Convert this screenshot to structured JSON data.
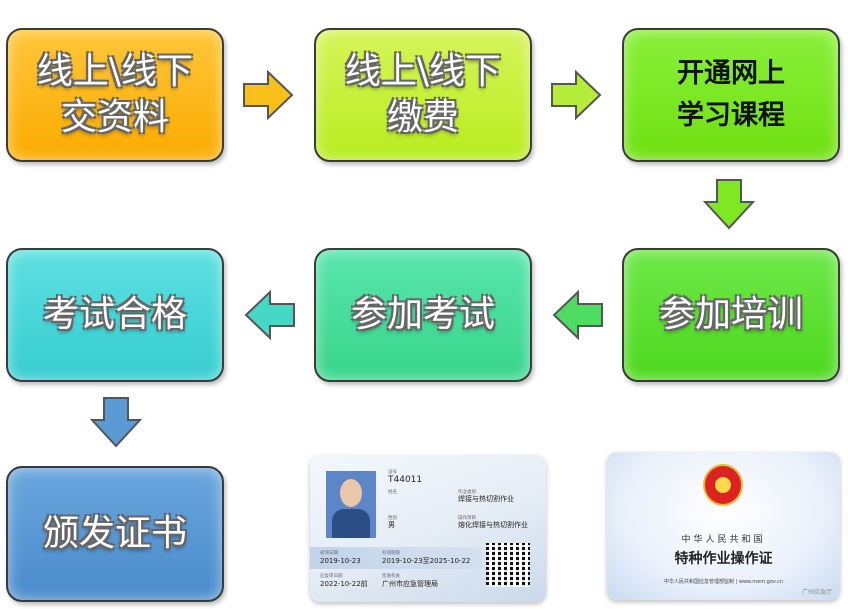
{
  "steps": {
    "submit_materials": {
      "line1": "线上\\线下",
      "line2": "交资料",
      "color": "#fdb400"
    },
    "payment": {
      "line1": "线上\\线下",
      "line2": "缴费",
      "color": "#c8f23a"
    },
    "open_course": {
      "line1": "开通网上",
      "line2": "学习课程",
      "color": "#7ee823"
    },
    "attend_training": {
      "label": "参加培训",
      "color": "#5ce02e"
    },
    "take_exam": {
      "label": "参加考试",
      "color": "#44dc9a"
    },
    "pass_exam": {
      "label": "考试合格",
      "color": "#47d6d8"
    },
    "issue_certificate": {
      "label": "颁发证书",
      "color": "#5b9bd5"
    }
  },
  "arrows": {
    "a1": {
      "direction": "right",
      "color": "#f9c01a"
    },
    "a2": {
      "direction": "right",
      "color": "#b6ec3a"
    },
    "a3": {
      "direction": "down",
      "color": "#7ee823"
    },
    "a4": {
      "direction": "left",
      "color": "#4fdc62"
    },
    "a5": {
      "direction": "left",
      "color": "#46d8c4"
    },
    "a6": {
      "direction": "down",
      "color": "#5b9bd5"
    }
  },
  "id_card": {
    "cert_no_label": "证号",
    "cert_no": "T44011",
    "name_label": "姓名",
    "category_label": "作业类别",
    "category": "焊接与热切割作业",
    "gender_label": "性别",
    "gender": "男",
    "project_label": "操作项目",
    "project": "熔化焊接与热切割作业",
    "first_date_label": "初领日期",
    "first_date": "2019-10-23",
    "valid_label": "有效期限",
    "valid_period": "2019-10-23至2025-10-22",
    "review_label": "应复审日期",
    "review_date": "2022-10-22前",
    "authority_label": "签发机关",
    "authority": "广州市应急管理局"
  },
  "certificate": {
    "country": "中华人民共和国",
    "title": "特种作业操作证",
    "footer": "中华人民共和国应急管理部监制 | www.mem.gov.cn",
    "watermark": "广州应急厅"
  }
}
